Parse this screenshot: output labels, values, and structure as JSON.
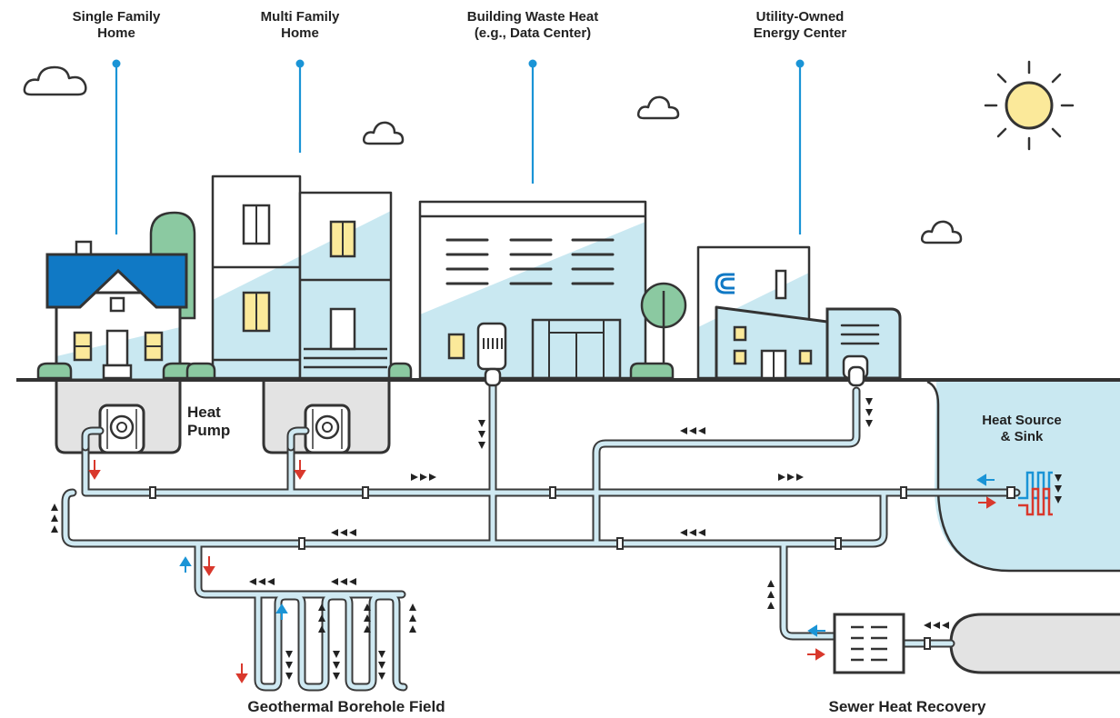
{
  "labels": {
    "single_family": "Single Family\nHome",
    "multi_family": "Multi Family\nHome",
    "waste_heat": "Building Waste Heat\n(e.g., Data Center)",
    "energy_center": "Utility-Owned\nEnergy Center",
    "heat_pump": "Heat\nPump",
    "heat_source_sink": "Heat Source\n& Sink",
    "borehole_field": "Geothermal Borehole Field",
    "sewer": "Sewer Heat Recovery"
  },
  "colors": {
    "pipe_fill": "#cfe9f2",
    "water": "#c9e8f1",
    "ground": "#e3e3e3",
    "roof": "#1079c5",
    "window": "#fbe99a",
    "tree": "#8bc9a1",
    "hot_arrow": "#d9382c",
    "cold_arrow": "#1a94d6",
    "sun": "#fbe99a",
    "callout": "#1a94d6"
  },
  "icons": [
    "cloud-icon",
    "sun-icon",
    "heat-pump-icon",
    "heat-exchanger-icon",
    "flow-arrow-icon",
    "utility-logo-icon"
  ]
}
